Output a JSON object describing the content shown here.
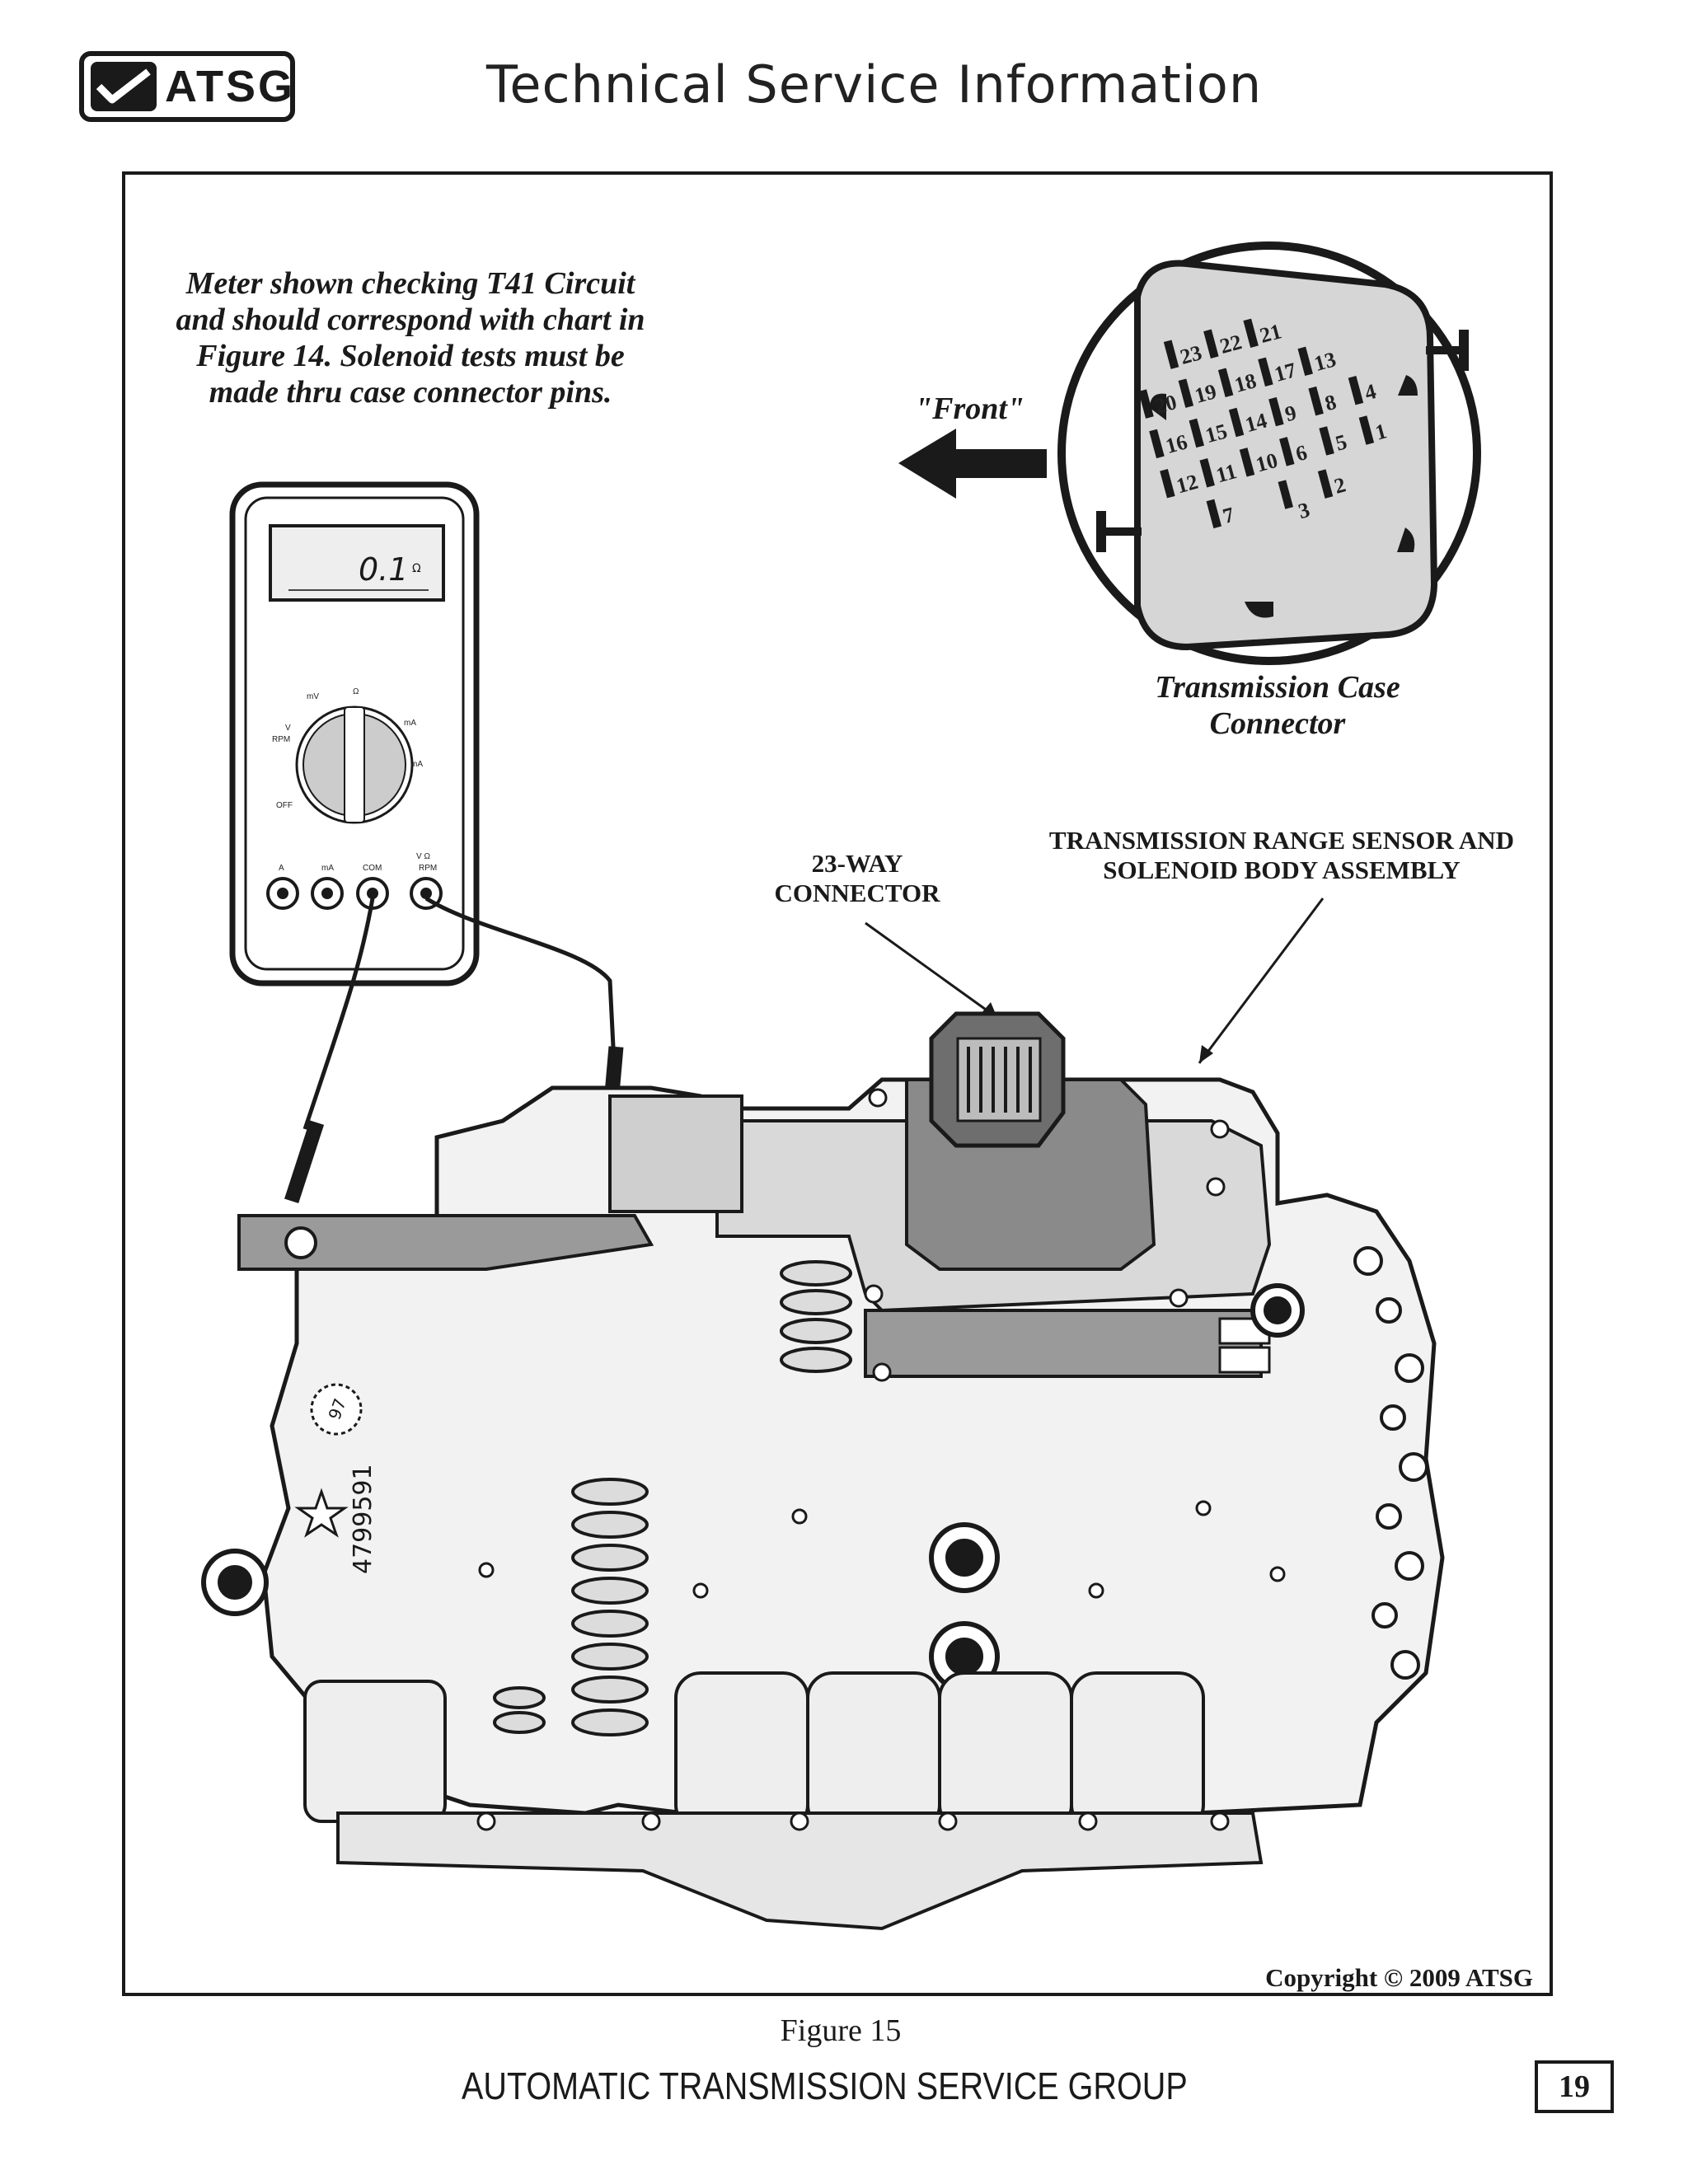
{
  "header": {
    "logo_text": "ATSG",
    "title": "Technical Service Information"
  },
  "figure": {
    "meter_note": "Meter shown checking T41 Circuit and should correspond with chart in Figure 14.  Solenoid tests must be made thru case connector pins.",
    "front_label": "\"Front\"",
    "connector_caption": "Transmission Case Connector",
    "label_23way": "23-WAY CONNECTOR",
    "label_trs": "TRANSMISSION RANGE SENSOR AND SOLENOID BODY ASSEMBLY",
    "copyright": "Copyright © 2009 ATSG",
    "meter": {
      "display_value": "0.1",
      "display_unit": "Ω",
      "dial_marks": [
        "mV",
        "Ω",
        "mA",
        "V",
        "RPM",
        "OFF",
        "mA"
      ],
      "jack_labels": [
        "A",
        "mA",
        "COM",
        "V Ω",
        "RPM"
      ]
    },
    "connector_pins": [
      "1",
      "2",
      "3",
      "4",
      "5",
      "6",
      "7",
      "8",
      "9",
      "10",
      "11",
      "12",
      "13",
      "14",
      "15",
      "16",
      "17",
      "18",
      "19",
      "20",
      "21",
      "22",
      "23"
    ],
    "casting_marks": [
      "97",
      "4799591"
    ]
  },
  "footer": {
    "figure_caption": "Figure 15",
    "org_name": "AUTOMATIC TRANSMISSION SERVICE GROUP",
    "page_number": "19"
  }
}
